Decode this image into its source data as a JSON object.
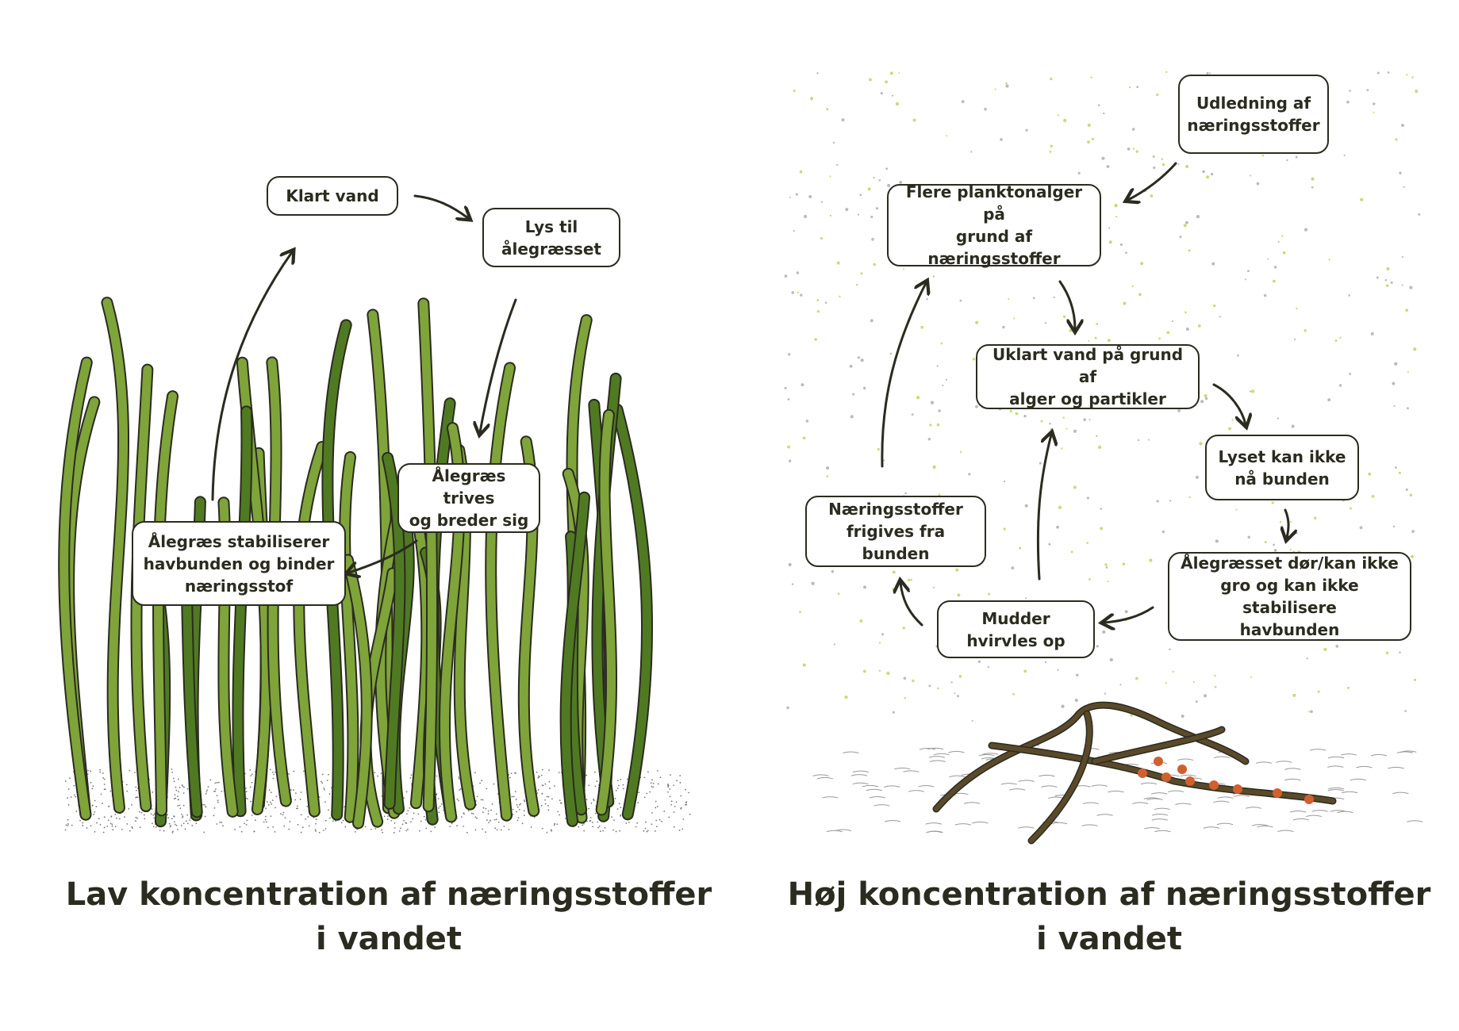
{
  "left_panel": {
    "title": "Lav koncentration af næringsstoffer\ni vandet",
    "boxes": {
      "clear_water": "Klart vand",
      "light": "Lys til\nålegræsset",
      "thrives": "Ålegræs trives\nog breder sig",
      "stabilizes": "Ålegræs stabiliserer\nhavbunden og binder\nnæringsstof"
    }
  },
  "right_panel": {
    "title": "Høj koncentration af næringsstoffer\ni vandet",
    "boxes": {
      "discharge": "Udledning af\nnæringsstoffer",
      "plankton": "Flere planktonalger på\ngrund af\nnæringsstoffer",
      "murky": "Uklart vand på grund af\nalger og partikler",
      "no_light": "Lyset kan ikke\nnå bunden",
      "dies": "Ålegræsset dør/kan ikke\ngro og kan ikke stabilisere\nhavbunden",
      "mud": "Mudder\nhvirvles op",
      "released": "Næringsstoffer\nfrigives fra bunden"
    }
  },
  "colors": {
    "ink": "#2b2b20",
    "grass": "#7fa43a",
    "grass_dark": "#4f7a22",
    "dead": "#5a4a2a",
    "rust": "#d0602e"
  }
}
